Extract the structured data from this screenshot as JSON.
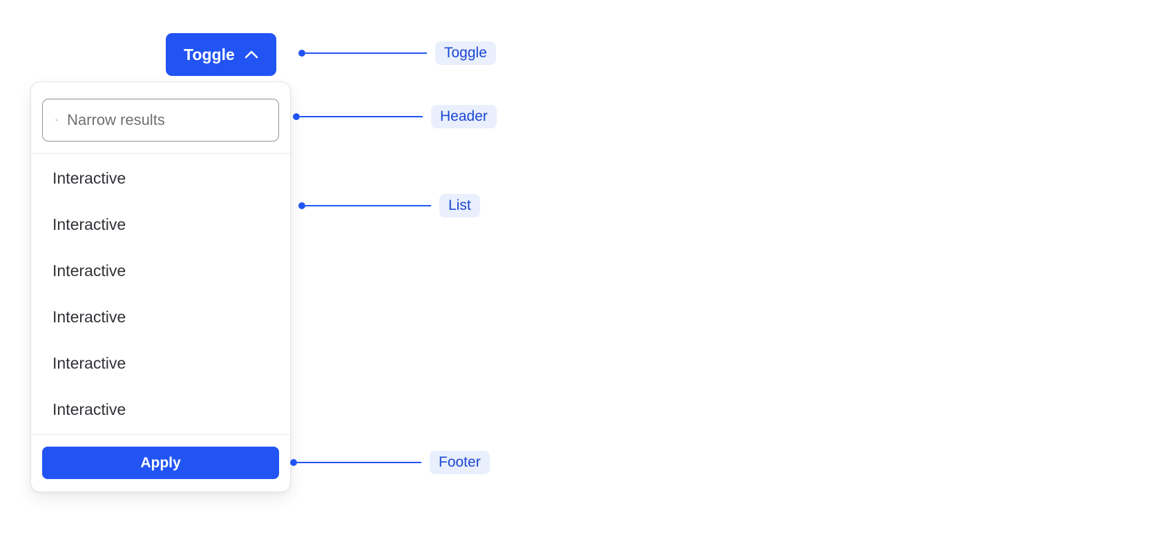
{
  "toggle": {
    "label": "Toggle",
    "icon": "chevron-up-icon"
  },
  "popover": {
    "search": {
      "placeholder": "Narrow results",
      "value": "",
      "icon": "search-icon"
    },
    "items": [
      "Interactive",
      "Interactive",
      "Interactive",
      "Interactive",
      "Interactive",
      "Interactive"
    ],
    "footer": {
      "apply_label": "Apply"
    }
  },
  "annotations": [
    {
      "label": "Toggle"
    },
    {
      "label": "Header"
    },
    {
      "label": "List"
    },
    {
      "label": "Footer"
    }
  ],
  "colors": {
    "primary": "#2254f4",
    "annotation_bg": "#e9effc",
    "annotation_text": "#1b46d6",
    "list_text": "#303237",
    "border": "#e2e4e7",
    "input_border": "#8c9196",
    "placeholder": "#6d7175"
  }
}
